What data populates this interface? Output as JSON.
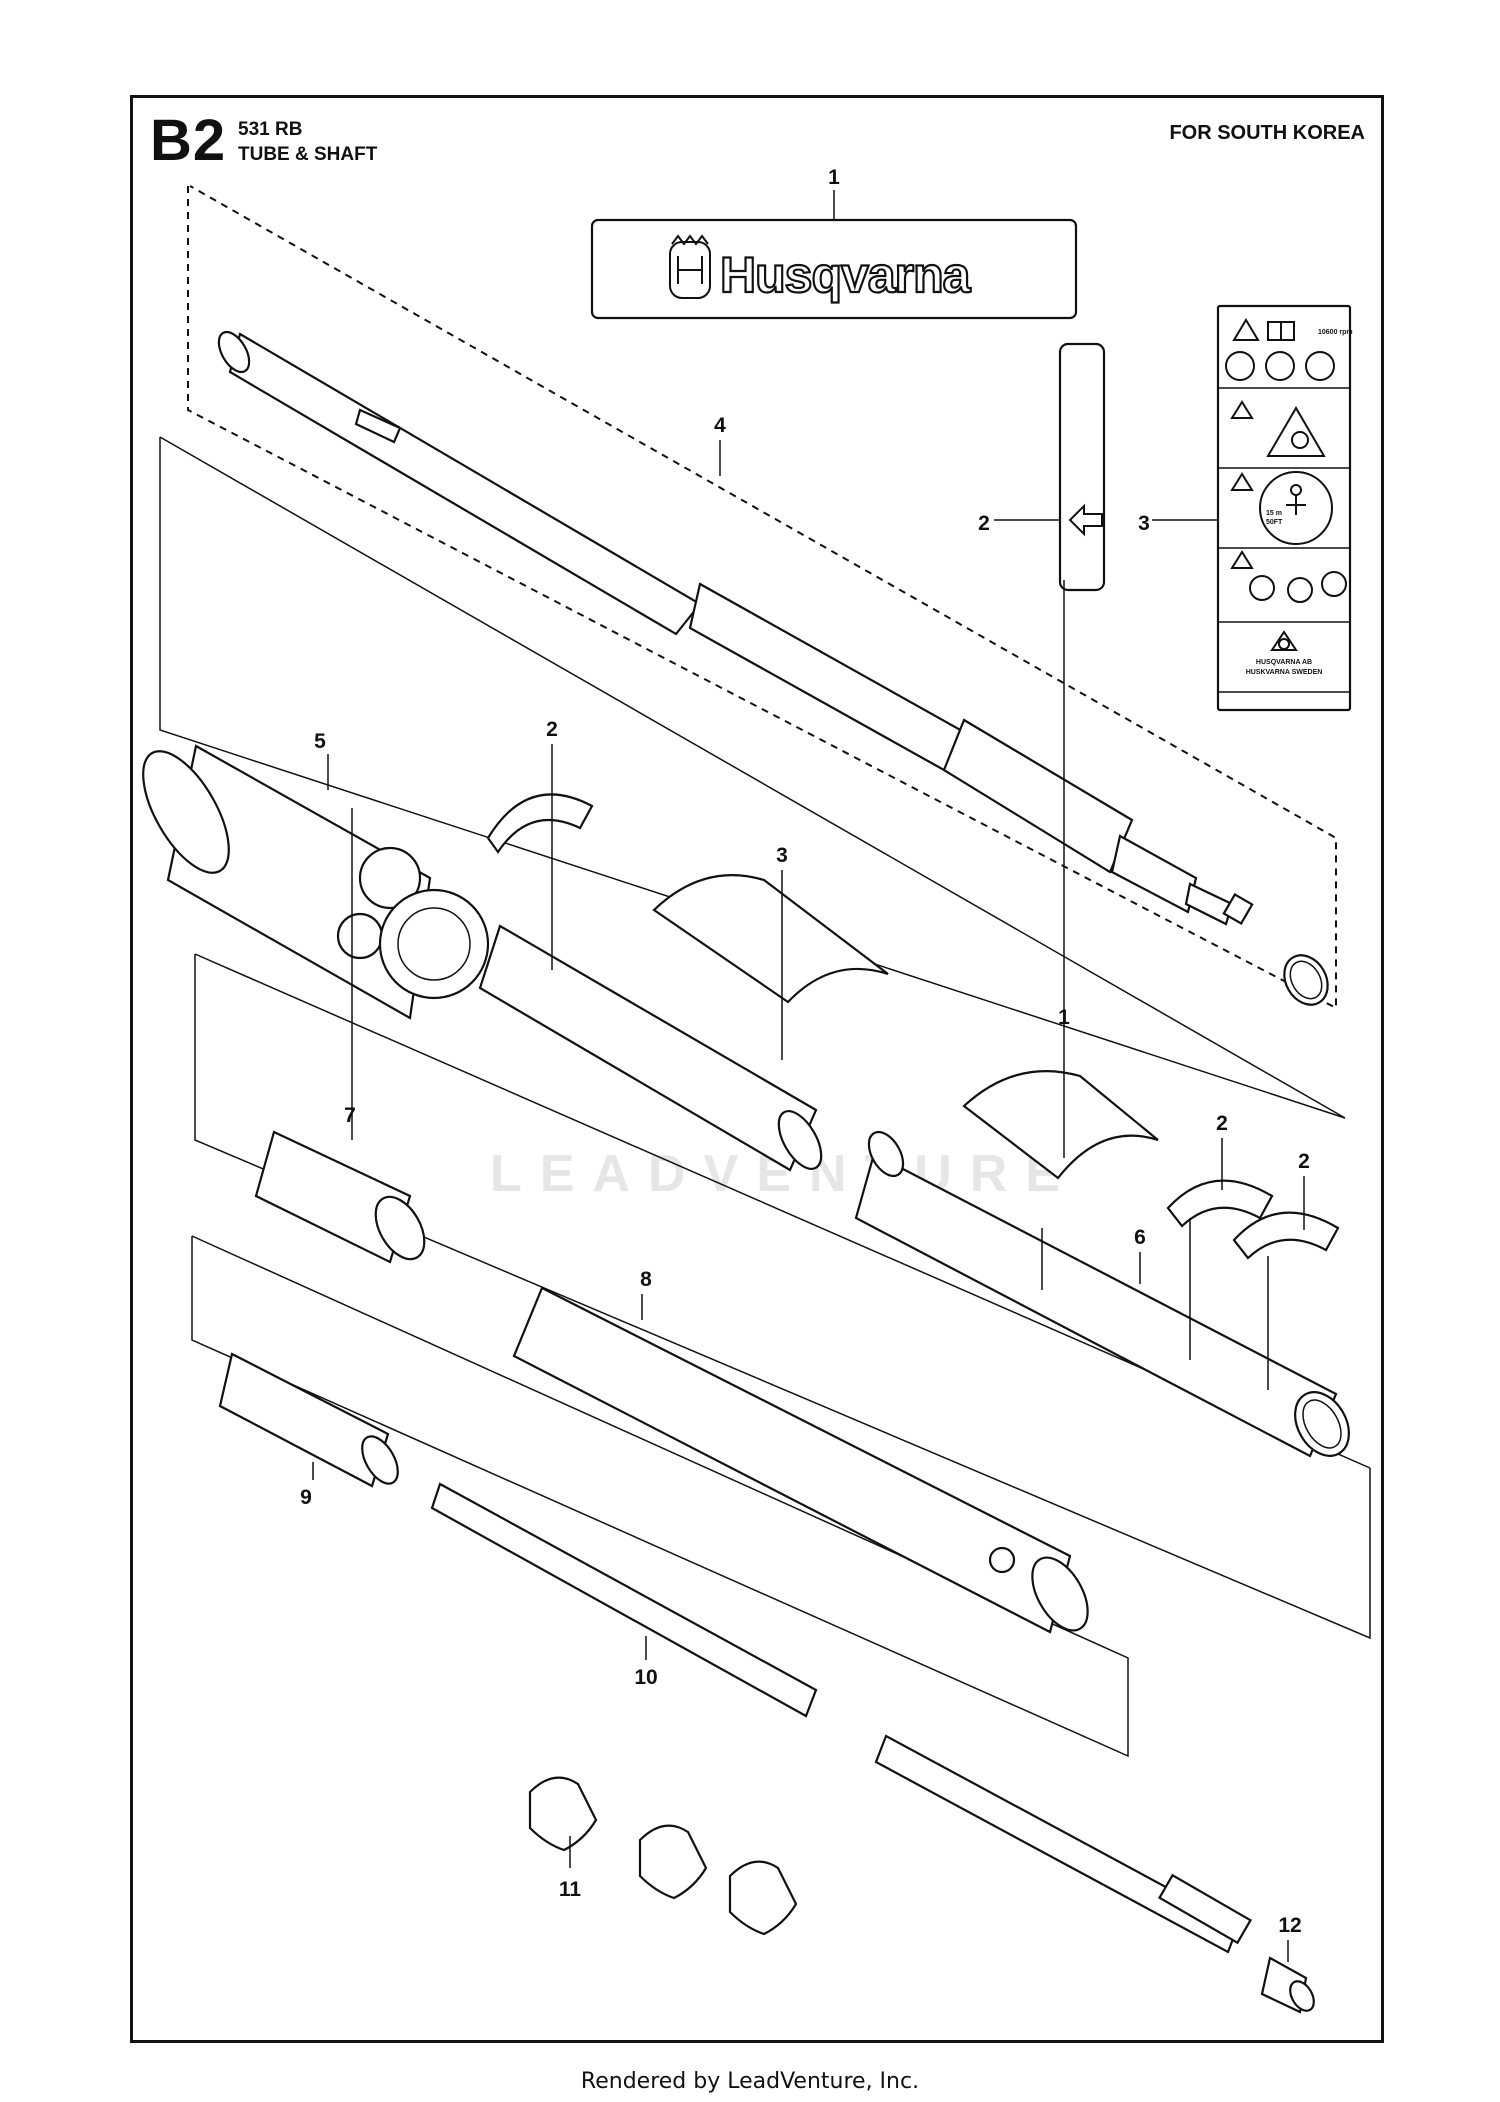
{
  "header": {
    "section_code": "B2",
    "model": "531 RB",
    "section_name": "TUBE & SHAFT",
    "market": "FOR SOUTH KOREA"
  },
  "decal": {
    "brand": "Husqvarna",
    "safety_label_company": "HUSQVARNA AB",
    "safety_label_company_local": "HUSKVARNA SWEDEN",
    "safety_label_rpm": "10600 rpm",
    "safety_label_distance": "15 m",
    "safety_label_distance_unit": "50FT"
  },
  "callouts": {
    "c1_top": "1",
    "c2_arrow": "2",
    "c3_label": "3",
    "c4_tube": "4",
    "c5_housing": "5",
    "c2_a": "2",
    "c3_mid": "3",
    "c1_mid": "1",
    "c7": "7",
    "c2_b": "2",
    "c2_c": "2",
    "c6": "6",
    "c8": "8",
    "c9": "9",
    "c10": "10",
    "c11": "11",
    "c12": "12"
  },
  "watermark": "LEADVENTURE",
  "footer": "Rendered by LeadVenture, Inc."
}
